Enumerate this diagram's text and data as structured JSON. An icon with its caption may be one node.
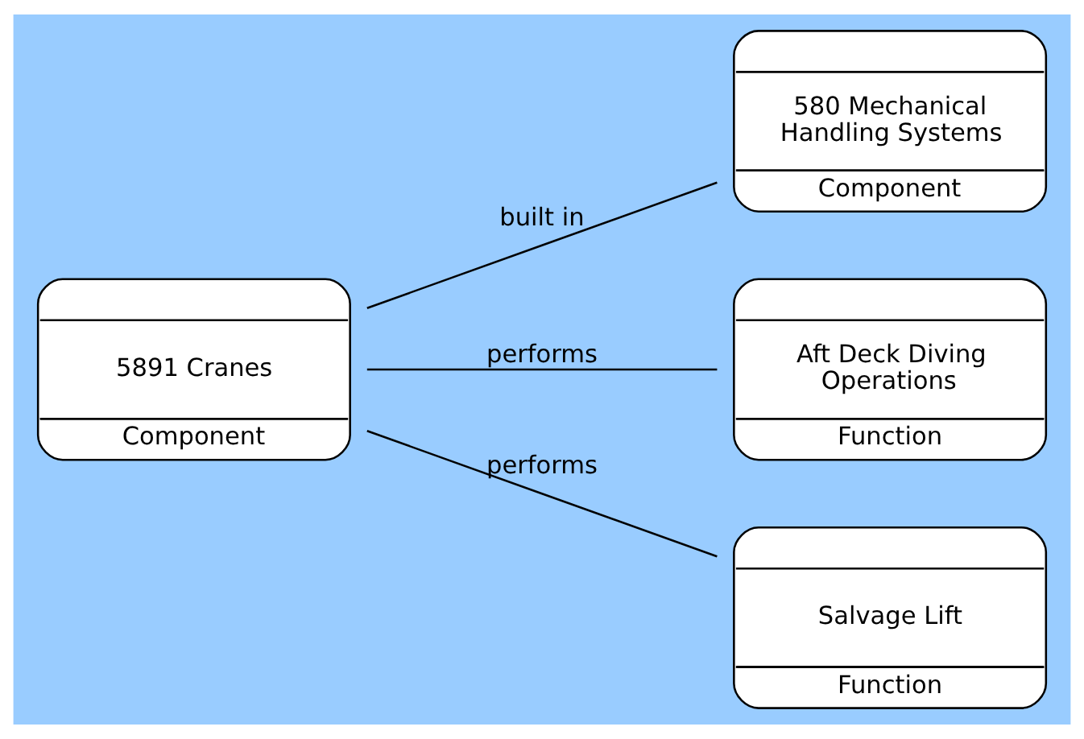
{
  "diagram": {
    "nodes": [
      {
        "text": [
          "5891 Cranes",
          "Component"
        ]
      },
      {
        "text": [
          "580 Mechanical Handling Systems",
          "Component"
        ]
      },
      {
        "text": [
          "Aft Deck Diving Operations",
          "Function"
        ]
      },
      {
        "text": [
          "Salvage Lift",
          "Function"
        ]
      }
    ],
    "edges": [
      {
        "from": 0,
        "to": 1,
        "arrow": "none",
        "label": "built in"
      },
      {
        "from": 0,
        "to": 2,
        "arrow": "none",
        "label": "performs"
      },
      {
        "from": 0,
        "to": 3,
        "arrow": "none",
        "label": "performs"
      }
    ]
  }
}
